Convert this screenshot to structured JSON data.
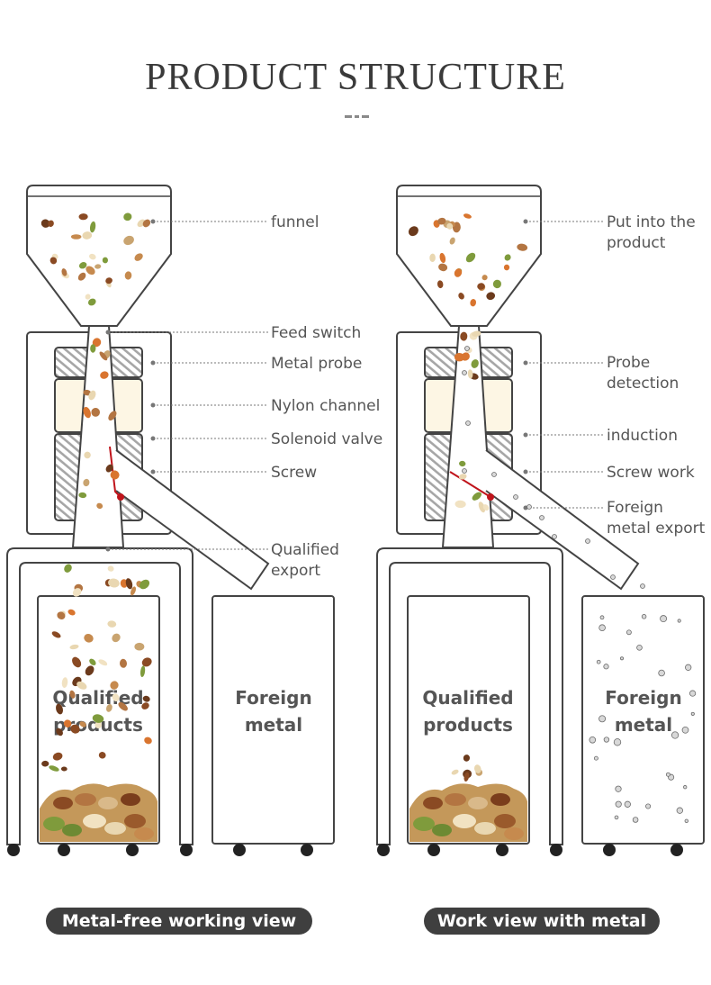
{
  "title": "PRODUCT STRUCTURE",
  "colors": {
    "frame": "#444444",
    "nylon_channel": "#fdf6e4",
    "hatch": "#9a9a9a",
    "solenoid_line": "#c0141b",
    "pill_bg": "#3f3f3f",
    "leader": "#777777"
  },
  "views": [
    {
      "caption": "Metal-free working view",
      "labels": [
        "funnel",
        "Feed switch",
        "Metal probe",
        "Nylon channel",
        "Solenoid valve",
        "Screw",
        "Qualified",
        "export"
      ],
      "bin_left": [
        "Qualified",
        "products"
      ],
      "bin_right": [
        "Foreign",
        "metal"
      ]
    },
    {
      "caption": "Work view with metal",
      "labels": [
        "Put into the",
        "product",
        "Probe",
        "detection",
        "induction",
        "Screw work",
        "Foreign",
        "metal export"
      ],
      "bin_left": [
        "Qualified",
        "products"
      ],
      "bin_right": [
        "Foreign",
        "metal"
      ]
    }
  ],
  "icons": [
    "nut-particle",
    "metal-particle",
    "wheel-icon"
  ]
}
